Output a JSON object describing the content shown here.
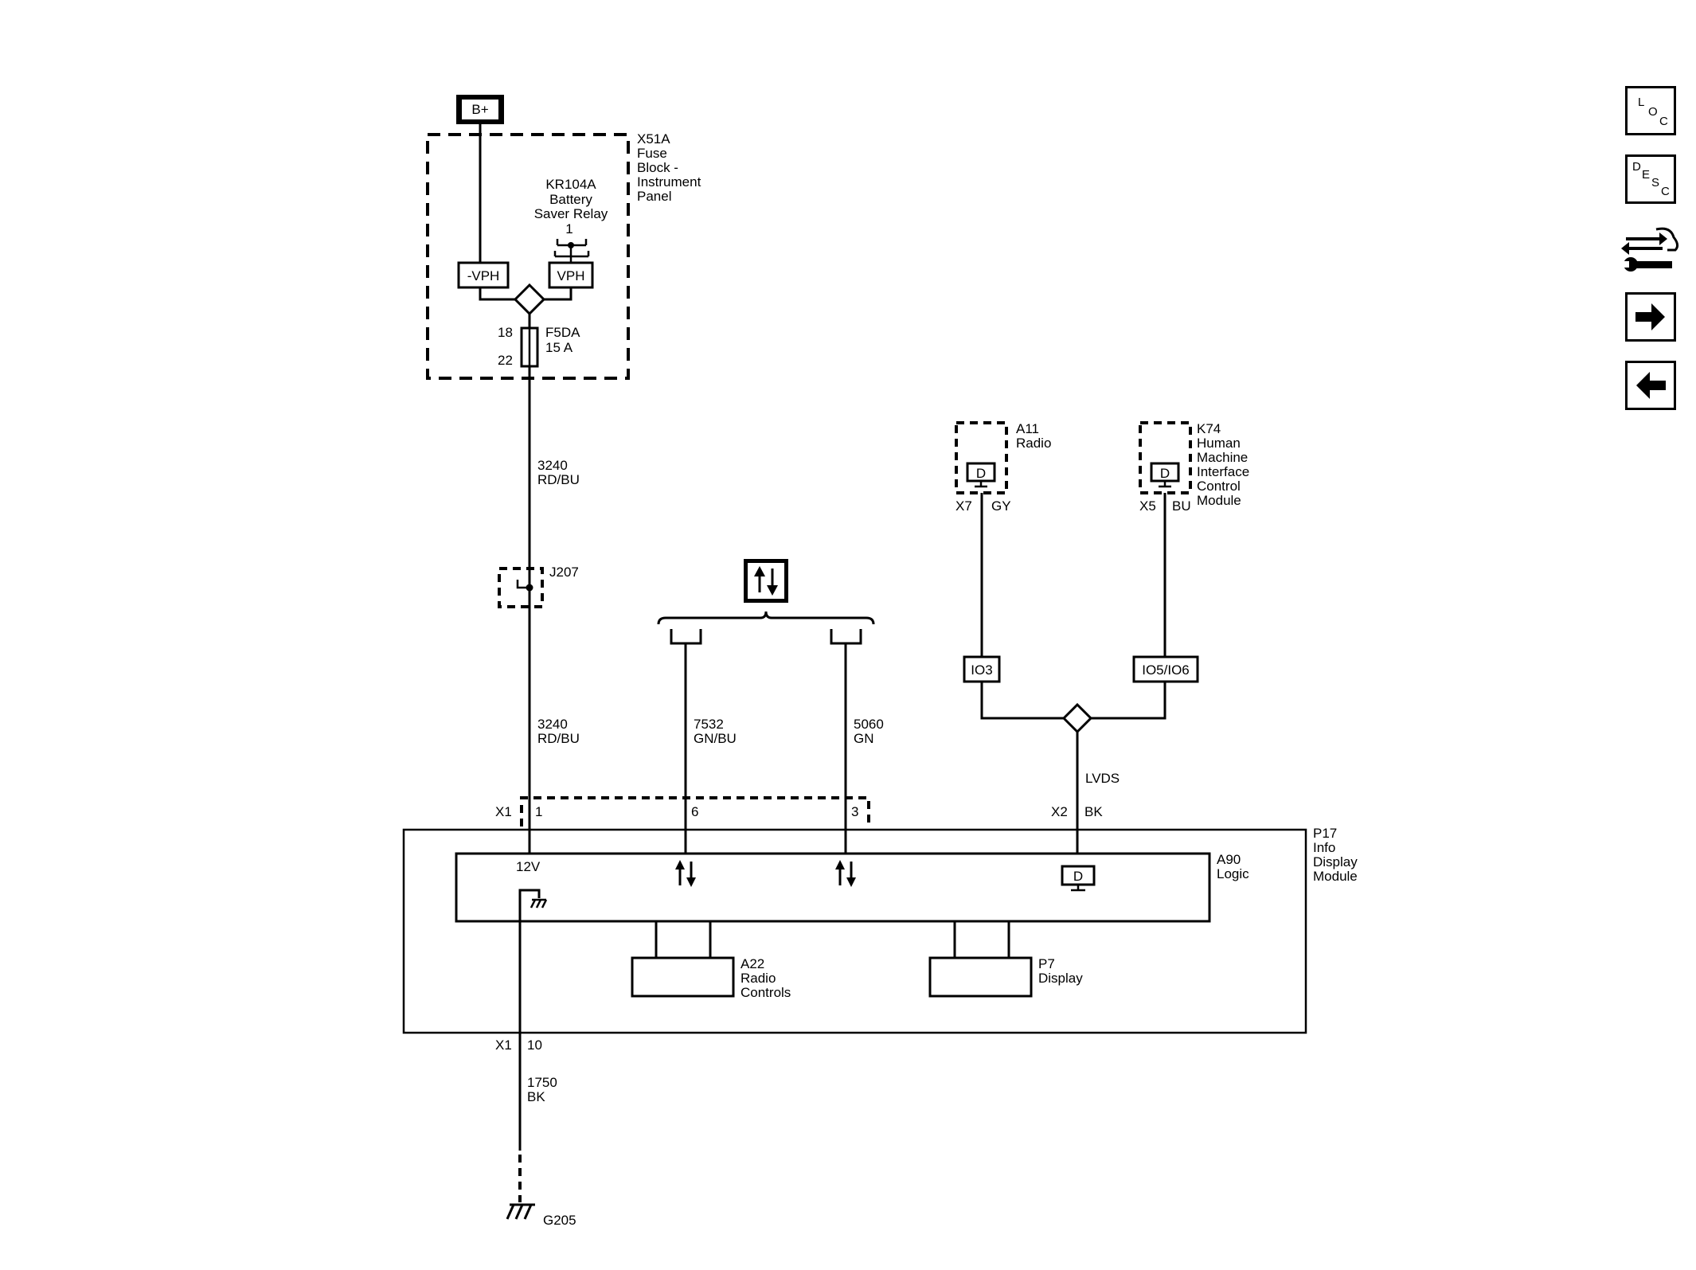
{
  "components": {
    "battery": "B+",
    "fuse_block": [
      "X51A",
      "Fuse",
      "Block -",
      "Instrument",
      "Panel"
    ],
    "relay": [
      "KR104A",
      "Battery",
      "Saver Relay"
    ],
    "relay_pin": "1",
    "vph_left": "-VPH",
    "vph_right": "VPH",
    "fuse_pin_top": "18",
    "fuse_pin_bottom": "22",
    "fuse": [
      "F5DA",
      "15 A"
    ],
    "splice": "J207",
    "radio": [
      "A11",
      "Radio"
    ],
    "hmi": [
      "K74",
      "Human",
      "Machine",
      "Interface",
      "Control",
      "Module"
    ],
    "radio_box": "D",
    "hmi_box": "D",
    "io3": "IO3",
    "io56": "IO5/IO6",
    "info_module": [
      "P17",
      "Info",
      "Display",
      "Module"
    ],
    "logic": [
      "A90",
      "Logic"
    ],
    "logic_12v": "12V",
    "logic_d": "D",
    "radio_controls": [
      "A22",
      "Radio",
      "Controls"
    ],
    "display": [
      "P7",
      "Display"
    ],
    "ground": "G205"
  },
  "wires": {
    "w3240_upper": [
      "3240",
      "RD/BU"
    ],
    "w3240_lower": [
      "3240",
      "RD/BU"
    ],
    "w7532": [
      "7532",
      "GN/BU"
    ],
    "w5060": [
      "5060",
      "GN"
    ],
    "w1750": [
      "1750",
      "BK"
    ],
    "lvds": "LVDS"
  },
  "connectors": {
    "radio_conn": "X7",
    "radio_color": "GY",
    "hmi_conn": "X5",
    "hmi_color": "BU",
    "x1_top": "X1",
    "pin1": "1",
    "pin6": "6",
    "pin3": "3",
    "x2": "X2",
    "x2_color": "BK",
    "x1_bottom": "X1",
    "pin10": "10"
  },
  "nav": {
    "loc_letters": [
      "L",
      "O",
      "C"
    ],
    "desc_letters": [
      "D",
      "E",
      "S",
      "C"
    ]
  }
}
